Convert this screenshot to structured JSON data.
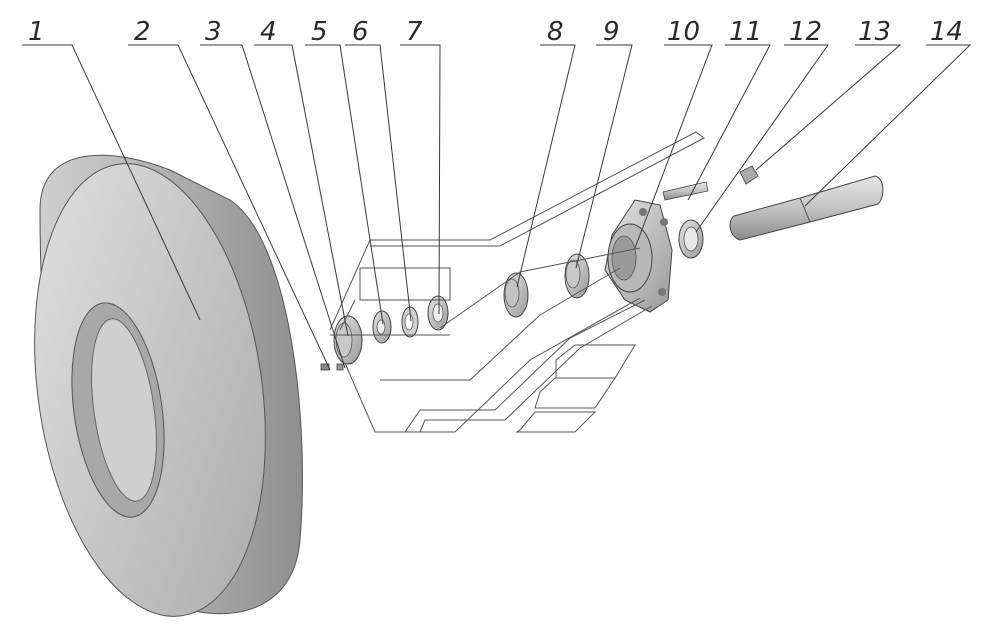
{
  "callouts": [
    {
      "id": "1",
      "label": "1"
    },
    {
      "id": "2",
      "label": "2"
    },
    {
      "id": "3",
      "label": "3"
    },
    {
      "id": "4",
      "label": "4"
    },
    {
      "id": "5",
      "label": "5"
    },
    {
      "id": "6",
      "label": "6"
    },
    {
      "id": "7",
      "label": "7"
    },
    {
      "id": "8",
      "label": "8"
    },
    {
      "id": "9",
      "label": "9"
    },
    {
      "id": "10",
      "label": "10"
    },
    {
      "id": "11",
      "label": "11"
    },
    {
      "id": "12",
      "label": "12"
    },
    {
      "id": "13",
      "label": "13"
    },
    {
      "id": "14",
      "label": "14"
    }
  ],
  "colors": {
    "part_light": "#d8d8d8",
    "part_mid": "#b5b5b5",
    "part_dark": "#8e8e8e",
    "line": "#3a3a3a"
  }
}
